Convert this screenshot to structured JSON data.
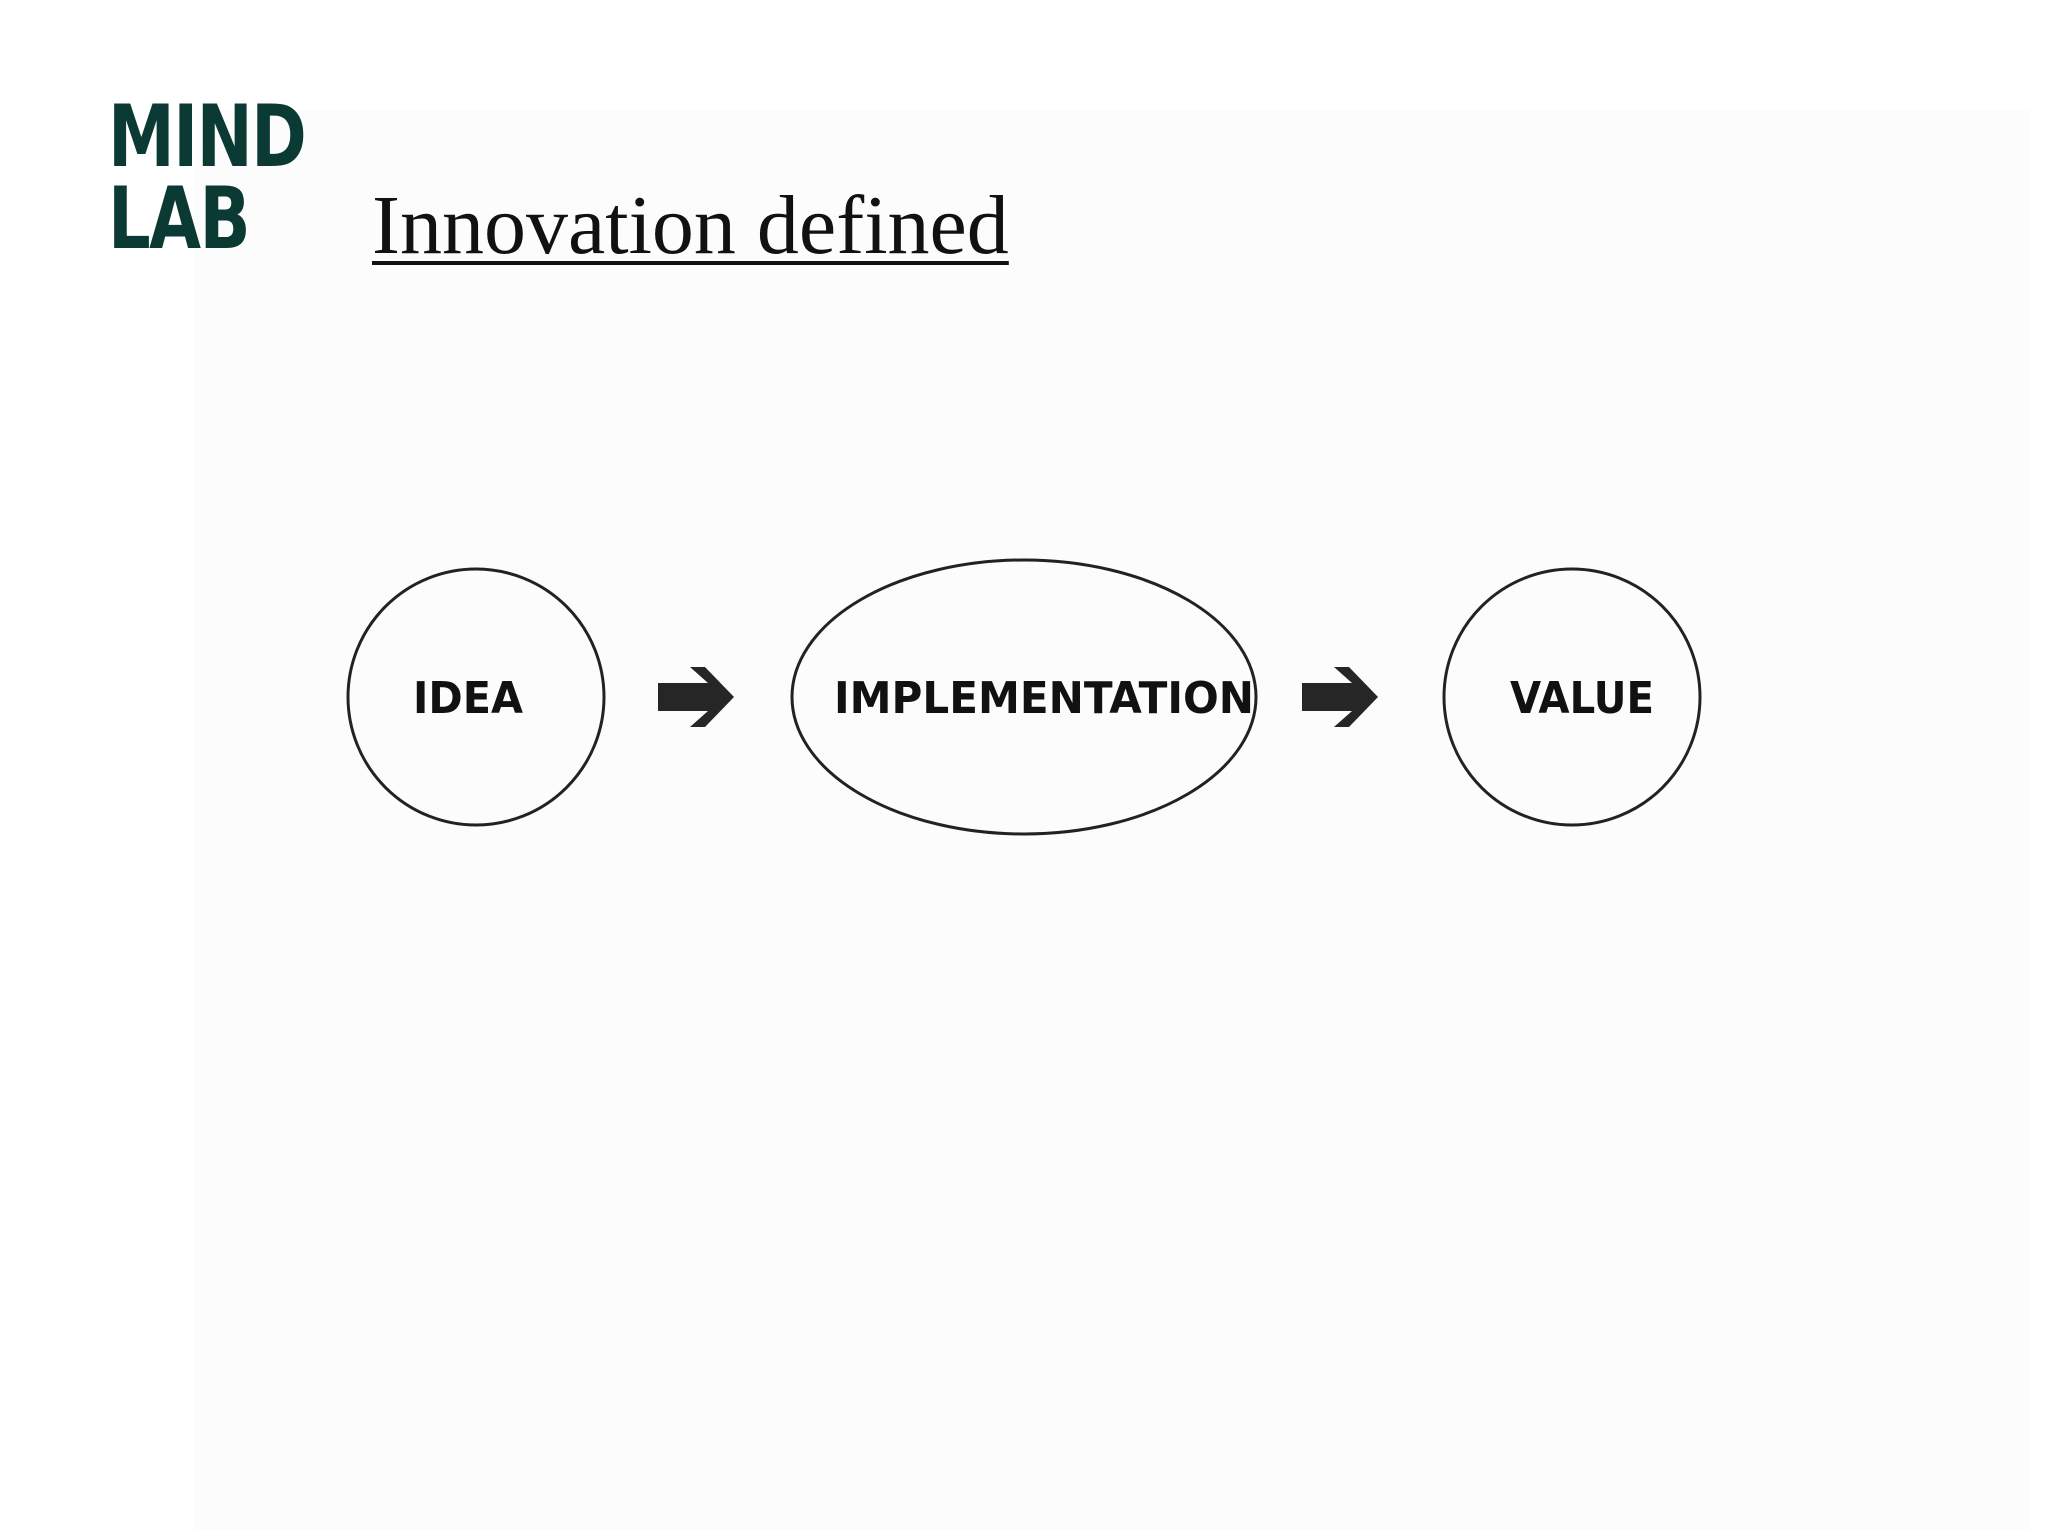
{
  "logo": {
    "line1": "MIND",
    "line2": "LAB",
    "color": "#0b3a34"
  },
  "title": "Innovation defined",
  "diagram": {
    "nodes": [
      {
        "id": "idea",
        "label": "IDEA",
        "shape": "circle"
      },
      {
        "id": "implementation",
        "label": "IMPLEMENTATION",
        "shape": "ellipse"
      },
      {
        "id": "value",
        "label": "VALUE",
        "shape": "circle"
      }
    ],
    "edges": [
      {
        "from": "idea",
        "to": "implementation"
      },
      {
        "from": "implementation",
        "to": "value"
      }
    ],
    "stroke_color": "#222222",
    "arrow_color": "#262626"
  }
}
